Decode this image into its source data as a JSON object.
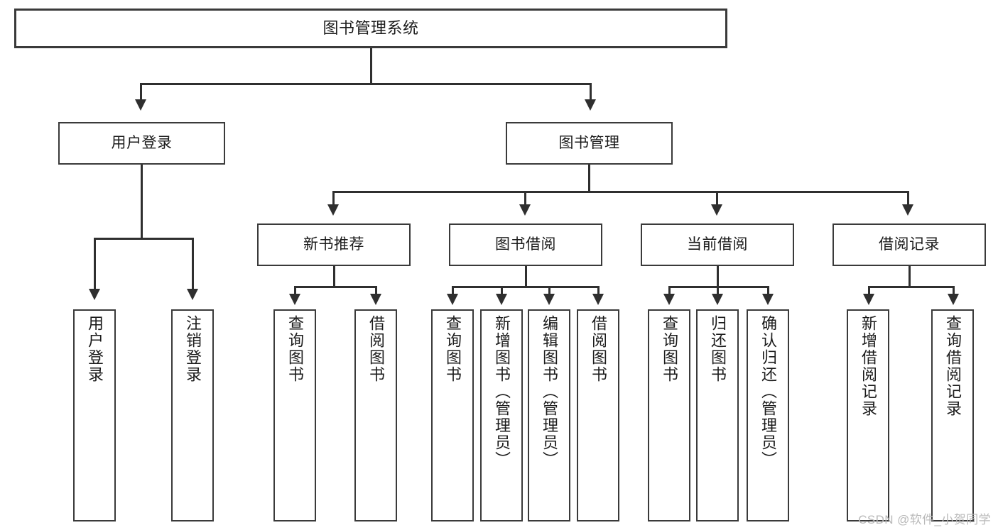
{
  "diagram": {
    "title": "图书管理系统",
    "type": "功能结构图",
    "watermark": "CSDN @软件_小贺同学",
    "colors": {
      "box_border": "#3a3a3a",
      "line": "#2f2f2f",
      "background": "#ffffff",
      "text": "#1b1b1b",
      "watermark": "#b9b9b9"
    }
  },
  "nodes": {
    "root": {
      "label": "图书管理系统",
      "level": 0
    },
    "level1": [
      {
        "id": "user-login",
        "label": "用户登录"
      },
      {
        "id": "book-manage",
        "label": "图书管理"
      }
    ],
    "level2": [
      {
        "id": "new-book-recommend",
        "label": "新书推荐",
        "parent": "book-manage"
      },
      {
        "id": "book-borrow",
        "label": "图书借阅",
        "parent": "book-manage"
      },
      {
        "id": "current-borrow",
        "label": "当前借阅",
        "parent": "book-manage"
      },
      {
        "id": "borrow-record",
        "label": "借阅记录",
        "parent": "book-manage"
      }
    ],
    "leaves": {
      "user-login": [
        {
          "id": "leaf-user-login",
          "label": "用户登录"
        },
        {
          "id": "leaf-user-logout",
          "label": "注销登录"
        }
      ],
      "new-book-recommend": [
        {
          "id": "leaf-query-book-1",
          "label": "查询图书"
        },
        {
          "id": "leaf-borrow-book-1",
          "label": "借阅图书"
        }
      ],
      "book-borrow": [
        {
          "id": "leaf-query-book-2",
          "label": "查询图书"
        },
        {
          "id": "leaf-add-book",
          "label": "新增图书（管理员）"
        },
        {
          "id": "leaf-edit-book",
          "label": "编辑图书（管理员）"
        },
        {
          "id": "leaf-borrow-book-2",
          "label": "借阅图书"
        }
      ],
      "current-borrow": [
        {
          "id": "leaf-query-book-3",
          "label": "查询图书"
        },
        {
          "id": "leaf-return-book",
          "label": "归还图书"
        },
        {
          "id": "leaf-confirm-return",
          "label": "确认归还（管理员）"
        }
      ],
      "borrow-record": [
        {
          "id": "leaf-add-record",
          "label": "新增借阅记录"
        },
        {
          "id": "leaf-query-record",
          "label": "查询借阅记录"
        }
      ]
    }
  }
}
